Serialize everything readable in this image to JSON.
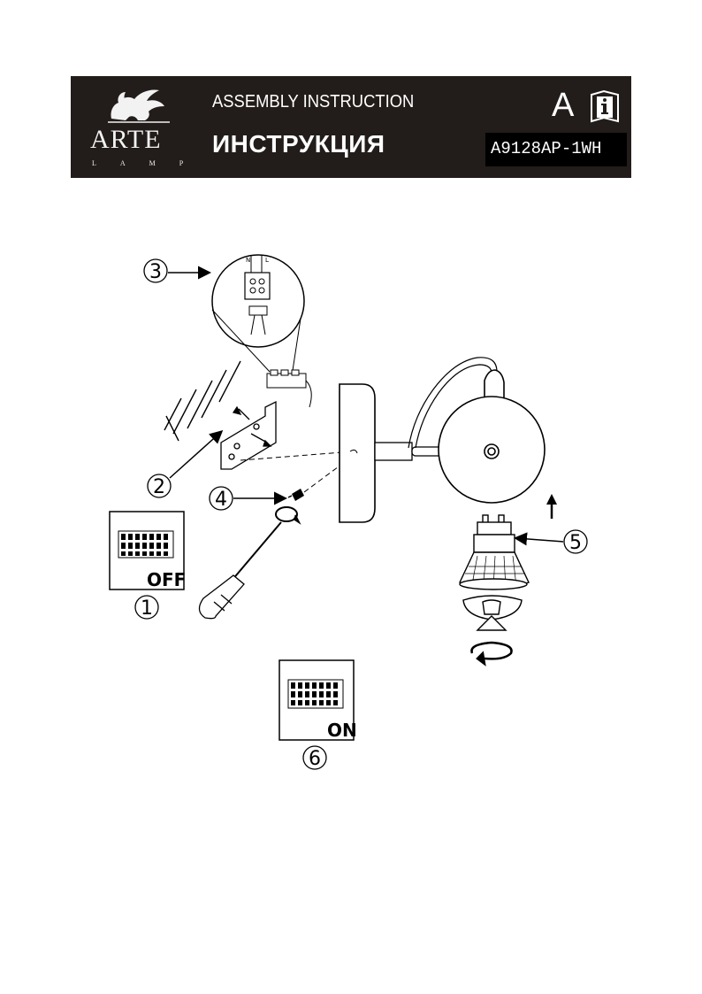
{
  "header": {
    "brand": "ARTE",
    "brand_sub": "LAMP",
    "title_en": "ASSEMBLY INSTRUCTION",
    "title_ru": "ИНСТРУКЦИЯ",
    "doc_letter": "A",
    "model": "A9128AP-1WH"
  },
  "steps": {
    "s1": "1",
    "s2": "2",
    "s3": "3",
    "s4": "4",
    "s5": "5",
    "s6": "6"
  },
  "labels": {
    "off": "OFF",
    "on": "ON",
    "terminal_n": "N",
    "terminal_l": "L"
  },
  "icons": [
    "lion-logo-icon",
    "info-book-icon",
    "circuit-breaker-icon",
    "screwdriver-icon",
    "rotate-arrow-icon",
    "arrow-up-icon",
    "arrow-right-icon"
  ]
}
